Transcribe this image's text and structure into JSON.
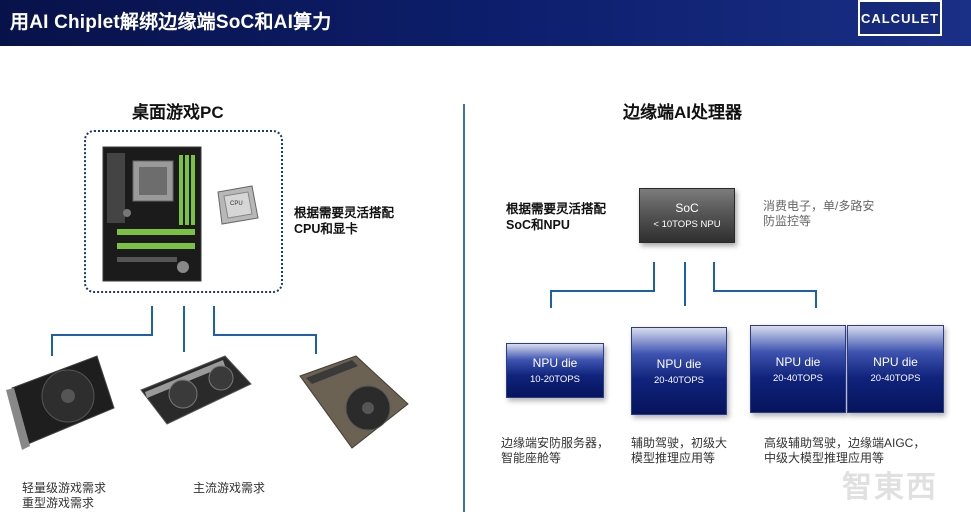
{
  "header": {
    "title": "用AI Chiplet解绑边缘端SoC和AI算力",
    "logo_text": "CALCULET"
  },
  "left": {
    "heading": "桌面游戏PC",
    "note_line1": "根据需要灵活搭配",
    "note_line2": "CPU和显卡",
    "cpu_chip_label": "CPU",
    "captions": [
      {
        "line1": "轻量级游戏需求",
        "line2": "重型游戏需求"
      },
      {
        "line1": "主流游戏需求",
        "line2": ""
      }
    ]
  },
  "right": {
    "heading": "边缘端AI处理器",
    "note_line1": "根据需要灵活搭配",
    "note_line2": "SoC和NPU",
    "soc": {
      "title": "SoC",
      "sub": "< 10TOPS NPU"
    },
    "soc_desc_line1": "消费电子，单/多路安",
    "soc_desc_line2": "防监控等",
    "npus": [
      {
        "title": "NPU die",
        "sub": "10-20TOPS"
      },
      {
        "title": "NPU die",
        "sub": "20-40TOPS"
      },
      {
        "title": "NPU die",
        "sub": "20-40TOPS"
      },
      {
        "title": "NPU die",
        "sub": "20-40TOPS"
      }
    ],
    "captions": [
      {
        "line1": "边缘端安防服务器，",
        "line2": "智能座舱等"
      },
      {
        "line1": "辅助驾驶，初级大",
        "line2": "模型推理应用等"
      },
      {
        "line1": "高级辅助驾驶，边缘端AIGC，",
        "line2": "中级大模型推理应用等"
      }
    ]
  },
  "watermark": "智東西",
  "colors": {
    "header_bg": "#0d1f6e",
    "line": "#1b5fae",
    "npu": "#10237c",
    "soc": "#565656"
  }
}
